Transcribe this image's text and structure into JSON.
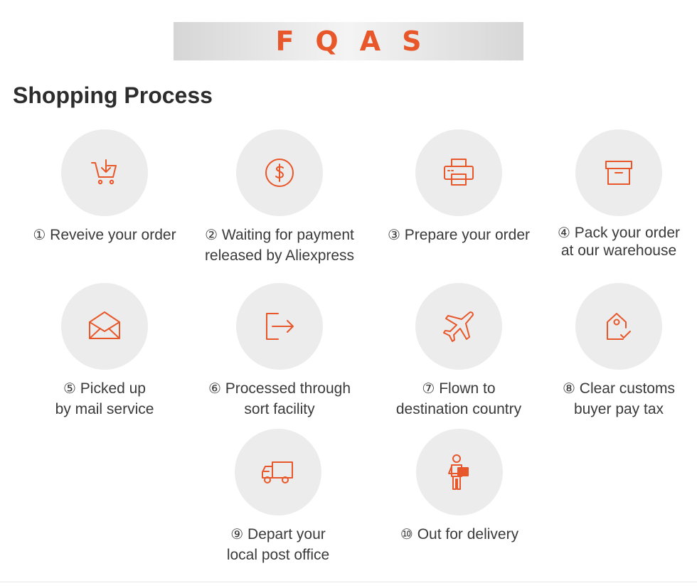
{
  "banner": {
    "title": "FQAS"
  },
  "section": {
    "title": "Shopping Process"
  },
  "colors": {
    "accent": "#e8572a",
    "circle": "#ececec",
    "text": "#3a3a3a"
  },
  "steps": [
    {
      "num": "①",
      "line1": "Reveive your order",
      "line2": "",
      "icon": "cart-icon"
    },
    {
      "num": "②",
      "line1": "Waiting for payment",
      "line2": "released by Aliexpress",
      "icon": "dollar-coin-icon"
    },
    {
      "num": "③",
      "line1": "Prepare your order",
      "line2": "",
      "icon": "printer-icon"
    },
    {
      "num": "④",
      "line1": "Pack your order",
      "line2": "at our warehouse",
      "icon": "box-icon"
    },
    {
      "num": "⑤",
      "line1": "Picked up",
      "line2": "by mail service",
      "icon": "envelope-icon"
    },
    {
      "num": "⑥",
      "line1": "Processed through",
      "line2": "sort facility",
      "icon": "export-arrow-icon"
    },
    {
      "num": "⑦",
      "line1": "Flown to",
      "line2": "destination country",
      "icon": "airplane-icon"
    },
    {
      "num": "⑧",
      "line1": "Clear customs",
      "line2": "buyer pay tax",
      "icon": "tag-check-icon"
    },
    {
      "num": "⑨",
      "line1": "Depart your",
      "line2": "local post office",
      "icon": "truck-icon"
    },
    {
      "num": "⑩",
      "line1": "Out for delivery",
      "line2": "",
      "icon": "courier-icon"
    }
  ]
}
